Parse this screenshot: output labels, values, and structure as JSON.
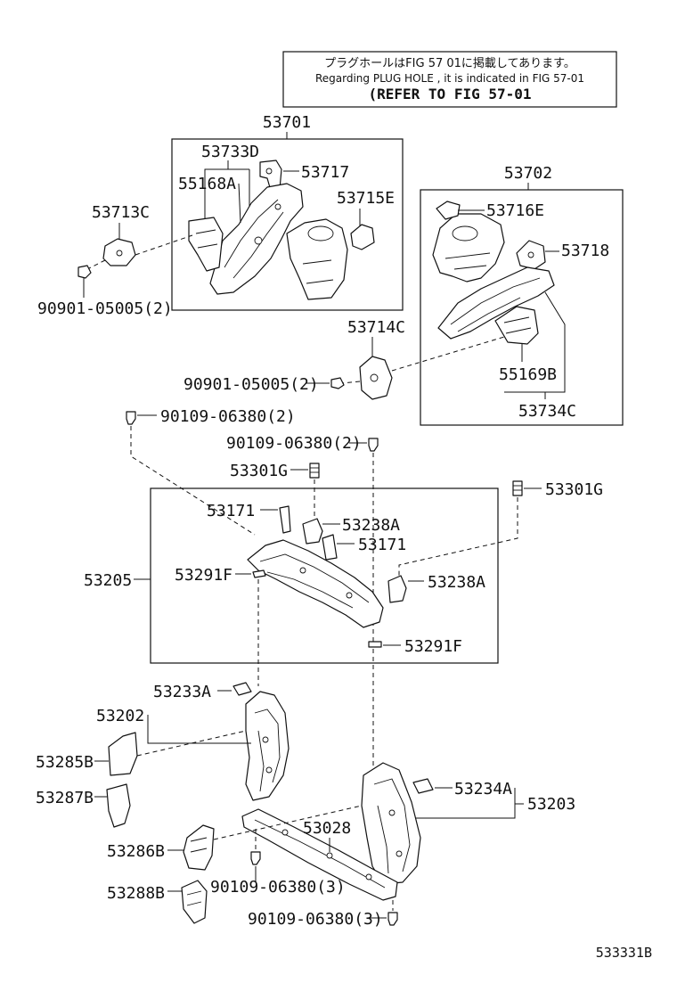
{
  "note": {
    "japanese": "プラグホールはFIG 57 01に掲載してあります。",
    "english": "Regarding PLUG HOLE , it is indicated in FIG 57-01",
    "reference": "(REFER TO FIG 57-01"
  },
  "parts": {
    "p53701": "53701",
    "p53733D": "53733D",
    "p53717": "53717",
    "p55168A": "55168A",
    "p53715E": "53715E",
    "p53713C": "53713C",
    "p90901_a": "90901-05005(2)",
    "p53702": "53702",
    "p53716E": "53716E",
    "p53718": "53718",
    "p53714C": "53714C",
    "p90901_b": "90901-05005(2)",
    "p55169B": "55169B",
    "p53734C": "53734C",
    "p90109_a": "90109-06380(2)",
    "p90109_b": "90109-06380(2)",
    "p53301G_a": "53301G",
    "p53301G_b": "53301G",
    "p53171_a": "53171",
    "p53238A_a": "53238A",
    "p53171_b": "53171",
    "p53205": "53205",
    "p53291F_a": "53291F",
    "p53238A_b": "53238A",
    "p53291F_b": "53291F",
    "p53233A": "53233A",
    "p53202": "53202",
    "p53285B": "53285B",
    "p53287B": "53287B",
    "p53028": "53028",
    "p53234A": "53234A",
    "p53203": "53203",
    "p53286B": "53286B",
    "p90109_c": "90109-06380(3)",
    "p53288B": "53288B",
    "p90109_d": "90109-06380(3)"
  },
  "diagram_id": "533331B"
}
